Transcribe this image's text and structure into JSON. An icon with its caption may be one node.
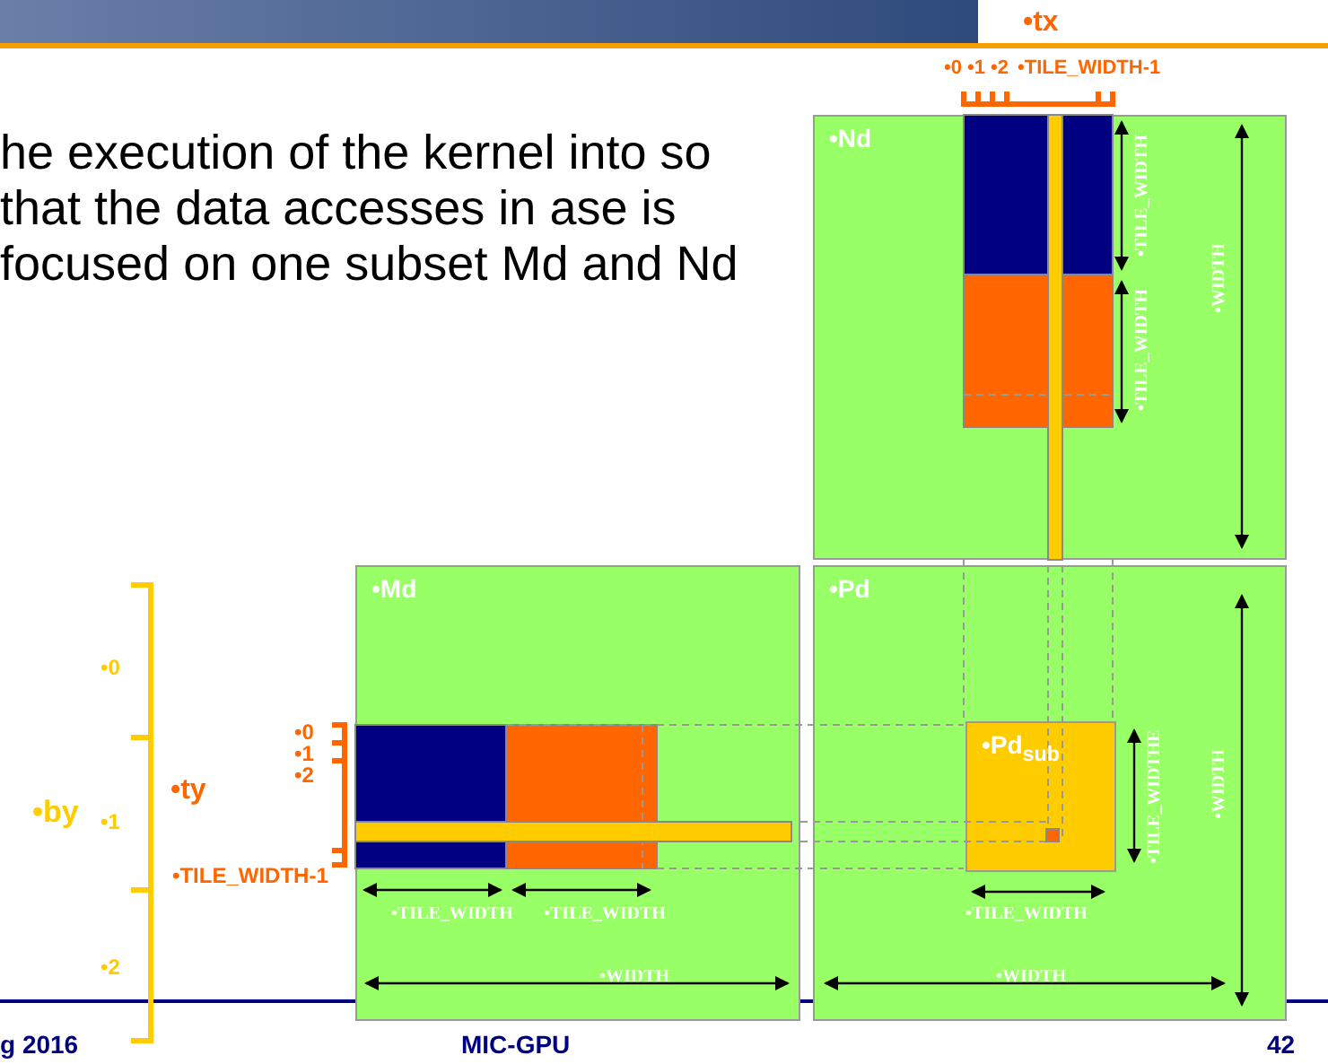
{
  "diagram": {
    "nodes": [
      {
        "text": [
          "•Nd"
        ]
      },
      {
        "text": [
          "•Md"
        ]
      },
      {
        "text": [
          "•Pd"
        ]
      },
      {
        "text": [
          "•Pd$_{sub}$"
        ],
        "in": 2
      }
    ],
    "labels": [
      "he execution of the kernel into so that the data accesses in ase is focused on one subset Md and Nd",
      "•tx",
      "•0",
      "•1",
      "•2",
      "•TILE_WIDTH-1",
      "•TILE_WIDTH",
      "•TILE_WIDTH",
      "•WIDTH",
      "•0",
      "•by",
      "•1",
      "•ty",
      "•0",
      "•1",
      "•2",
      "•TILE_WIDTH-1",
      "•TILE_WIDTH",
      "•TILE_WIDTH",
      "•TILE_WIDTHE",
      "•WIDTH",
      "•TILE_WIDTH",
      "•WIDTH",
      "•WIDTH",
      "•2",
      "g 2016",
      "MIC-GPU",
      "42"
    ]
  }
}
